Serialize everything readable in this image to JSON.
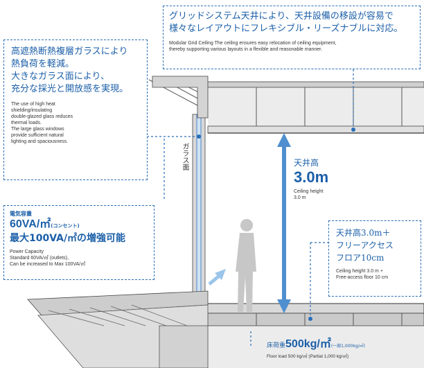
{
  "ceiling_note": {
    "jp": "グリッドシステム天井により、天井設備の移設が容易で様々なレイアウトにフレキシブル・リーズナブルに対応。",
    "jp_line1": "グリッドシステム天井により、天井設備の移設が容易で",
    "jp_line2": "様々なレイアウトにフレキシブル・リーズナブルに対応。",
    "en_line1": "Modular Grid Ceiling The ceiling ensures easy relocation of ceiling equipment,",
    "en_line2": "thereby supporting various layouts in a flexible and reasonable manner."
  },
  "glass_note": {
    "jp_line1": "高遮熱断熱複層ガラスにより",
    "jp_line2": "熱負荷を軽減。",
    "jp_line3": "大きなガラス面により、",
    "jp_line4": "充分な採光と開放感を実現。",
    "en_line1": "The use of high heat",
    "en_line2": "shielding/insulating",
    "en_line3": "double-glazed glass reduces",
    "en_line4": "thermal loads.",
    "en_line5": "The large glass windows",
    "en_line6": "provide sufficient natural",
    "en_line7": "lighting and spaciousness."
  },
  "glass_label": "ガラス面",
  "power_note": {
    "title_jp": "電気容量",
    "main_line1_value": "60VA/㎡",
    "main_line1_suffix": "(コンセント)",
    "main_line2": "最大100VA/㎡の増強可能",
    "en_line1": "Power Capacity",
    "en_line2": "Standard 60VA/㎡ (outlets),",
    "en_line3": "Can be increased to Max 100VA/㎡"
  },
  "ceiling_height": {
    "label_jp": "天井高",
    "value": "3.0m",
    "en_line1": "Ceiling height",
    "en_line2": "3.0 m"
  },
  "floor_note": {
    "jp_line1": "天井高3.0m＋",
    "jp_line2": "フリーアクセス",
    "jp_line3": "フロア10cm",
    "en_line1": "Ceiling height 3.0 m +",
    "en_line2": "Free-access floor 10 cm"
  },
  "floor_load": {
    "label_jp": "床荷重",
    "value": "500kg/㎡",
    "suffix": "(一部1,000kg/㎡)",
    "en": "Floor load 500 kg/㎡ (Partial 1,000 kg/㎡)"
  },
  "colors": {
    "accent_blue": "#1b5fa8",
    "arrow_blue": "#4f8fd0",
    "structure_gray": "#6b6b6b",
    "bg_gray": "#e9e9e9"
  }
}
